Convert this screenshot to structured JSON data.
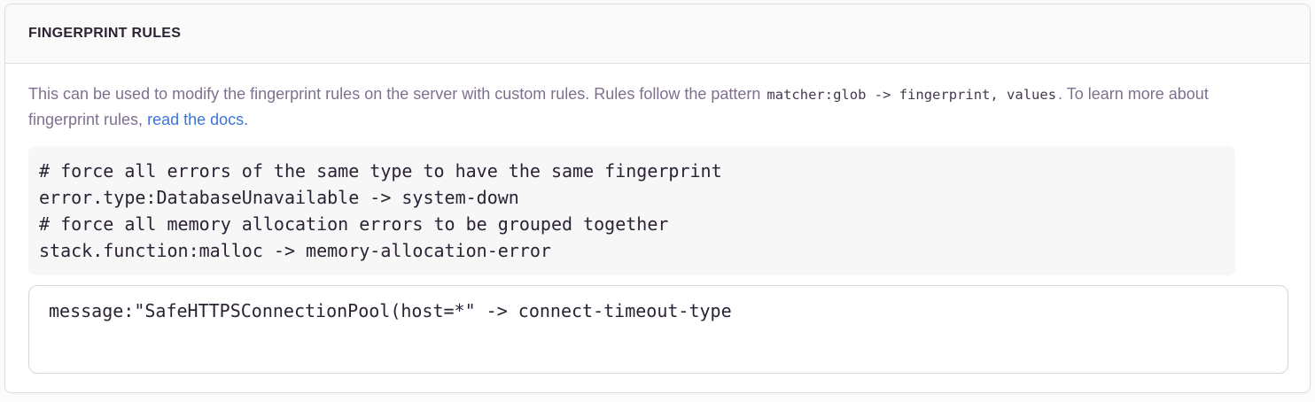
{
  "panel": {
    "title": "FINGERPRINT RULES"
  },
  "description": {
    "text_before_code": "This can be used to modify the fingerprint rules on the server with custom rules. Rules follow the pattern",
    "inline_code": "matcher:glob -> fingerprint, values",
    "text_after_code": ". To learn more about fingerprint rules,",
    "link_label": "read the docs."
  },
  "example": {
    "code": "# force all errors of the same type to have the same fingerprint\nerror.type:DatabaseUnavailable -> system-down\n# force all memory allocation errors to be grouped together\nstack.function:malloc -> memory-allocation-error"
  },
  "rules_input": {
    "value": "message:\"SafeHTTPSConnectionPool(host=*\" -> connect-timeout-type"
  },
  "colors": {
    "link": "#3c74dd",
    "heading_text": "#2b2233",
    "body_text": "#80708f",
    "code_block_bg": "#f7f7f8",
    "panel_border": "#e0dce6"
  }
}
